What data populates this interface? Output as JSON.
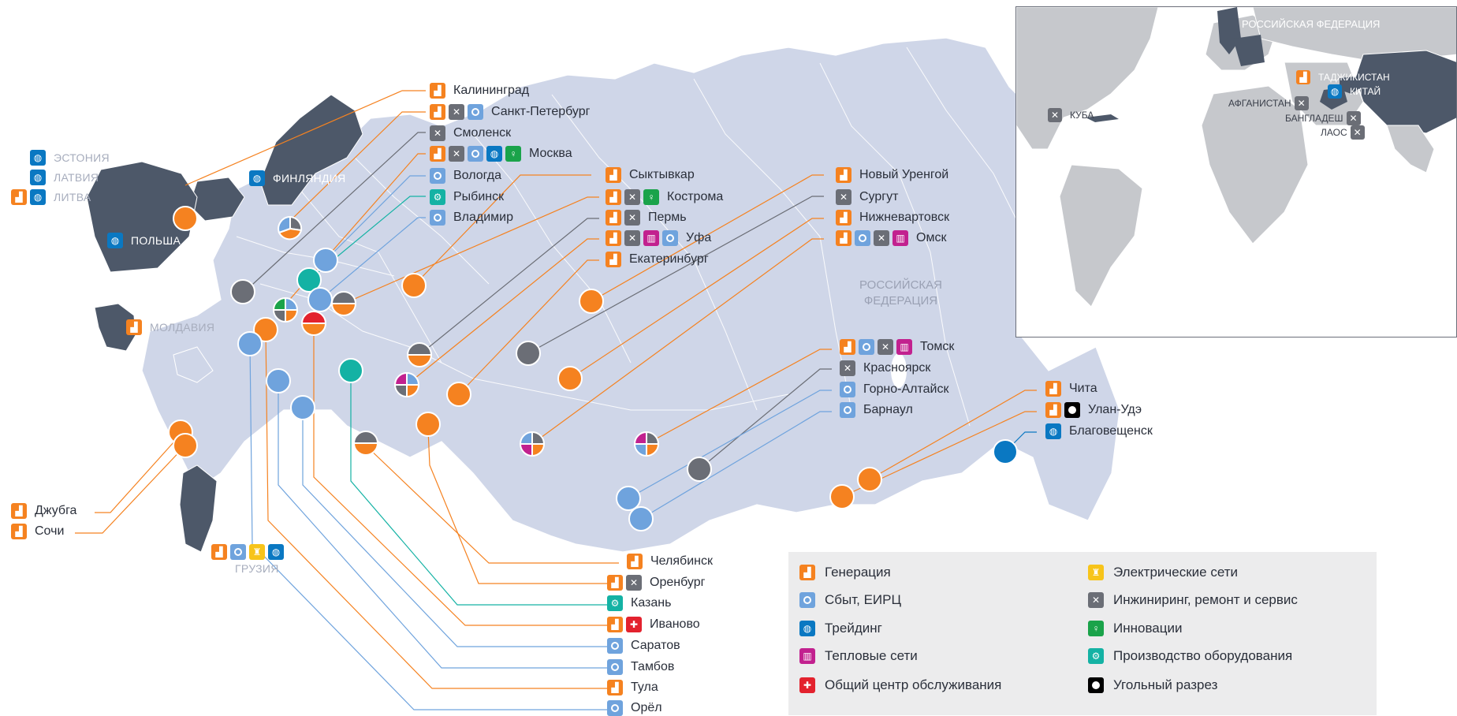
{
  "map": {
    "country_label": "РОССИЙСКАЯ\nФЕДЕРАЦИЯ",
    "countries": {
      "estonia": "ЭСТОНИЯ",
      "latvia": "ЛАТВИЯ",
      "lithuania": "ЛИТВА",
      "finland": "ФИНЛЯНДИЯ",
      "poland": "ПОЛЬША",
      "moldova": "МОЛДАВИЯ",
      "georgia": "ГРУЗИЯ"
    },
    "cities": {
      "kaliningrad": "Калининград",
      "spb": "Санкт-Петербург",
      "smolensk": "Смоленск",
      "moscow": "Москва",
      "vologda": "Вологда",
      "rybinsk": "Рыбинск",
      "vladimir": "Владимир",
      "syktyvkar": "Сыктывкар",
      "kostroma": "Кострома",
      "perm": "Пермь",
      "ufa": "Уфа",
      "ekaterinburg": "Екатеринбург",
      "novy_urengoy": "Новый Уренгой",
      "surgut": "Сургут",
      "nizhnevartovsk": "Нижневартовск",
      "omsk": "Омск",
      "tomsk": "Томск",
      "krasnoyarsk": "Красноярск",
      "gorno_altaysk": "Горно-Алтайск",
      "barnaul": "Барнаул",
      "chita": "Чита",
      "ulan_ude": "Улан-Удэ",
      "blagoveshchensk": "Благовещенск",
      "dzhubga": "Джубга",
      "sochi": "Сочи",
      "chelyabinsk": "Челябинск",
      "orenburg": "Оренбург",
      "kazan": "Казань",
      "ivanovo": "Иваново",
      "saratov": "Саратов",
      "tambov": "Тамбов",
      "tula": "Тула",
      "orel": "Орёл"
    }
  },
  "inset": {
    "russia": "РОССИЙСКАЯ ФЕДЕРАЦИЯ",
    "tajikistan": "ТАДЖИКИСТАН",
    "china": "КИТАЙ",
    "afghanistan": "АФГАНИСТАН",
    "bangladesh": "БАНГЛАДЕШ",
    "laos": "ЛАОС",
    "cuba": "КУБА"
  },
  "legend": {
    "generation": "Генерация",
    "sales": "Сбыт, ЕИРЦ",
    "trading": "Трейдинг",
    "heat": "Тепловые сети",
    "shared": "Общий центр обслуживания",
    "grids": "Электрические сети",
    "engineering": "Инжиниринг, ремонт и сервис",
    "innovation": "Инновации",
    "production": "Производство оборудования",
    "coal": "Угольный разрез"
  },
  "colors": {
    "generation": "#f58220",
    "sales": "#6fa3dd",
    "trading": "#0a78c2",
    "heat": "#c2218f",
    "engineering": "#6b6e76",
    "innovation": "#1aa34a",
    "grids": "#f7c41a",
    "production": "#14b2a4",
    "shared": "#e3222e",
    "coal": "#000000",
    "russia_fill": "#cfd6e8",
    "neighbor_fill": "#4d5869"
  }
}
